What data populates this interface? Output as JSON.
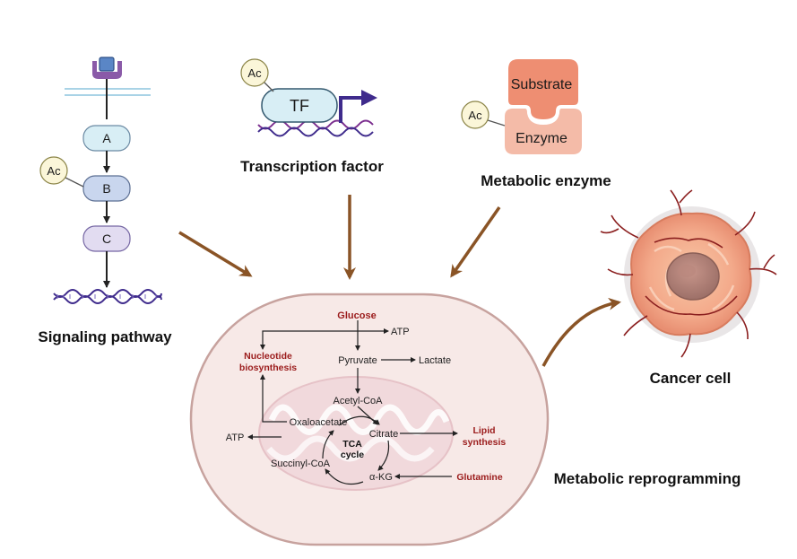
{
  "signaling": {
    "title": "Signaling pathway",
    "nodes": [
      "A",
      "B",
      "C"
    ],
    "ac": "Ac"
  },
  "transcription": {
    "title": "Transcription factor",
    "tf": "TF",
    "ac": "Ac"
  },
  "enzyme": {
    "title": "Metabolic enzyme",
    "substrate": "Substrate",
    "enzyme": "Enzyme",
    "ac": "Ac"
  },
  "cancer": {
    "title": "Cancer cell"
  },
  "reprogramming": {
    "title": "Metabolic reprogramming"
  },
  "metabolism": {
    "glucose": "Glucose",
    "atp_top": "ATP",
    "pyruvate": "Pyruvate",
    "lactate": "Lactate",
    "nucleotide_1": "Nucleotide",
    "nucleotide_2": "biosynthesis",
    "acetyl_coa": "Acetyl-CoA",
    "oxaloacetate": "Oxaloacetate",
    "citrate": "Citrate",
    "lipid_1": "Lipid",
    "lipid_2": "synthesis",
    "atp_left": "ATP",
    "tca_1": "TCA",
    "tca_2": "cycle",
    "succinyl_coa": "Succinyl-CoA",
    "akg": "α-KG",
    "glutamine": "Glutamine"
  },
  "colors": {
    "node_a": "#d8eef5",
    "node_b": "#c9d6ee",
    "node_c": "#e2dcf1",
    "ac_circle": "#fbf6d9",
    "substrate": "#ee8e72",
    "enzyme": "#f4bba8",
    "cell_fill": "#f7e9e7",
    "mito_fill": "#f1d9dc",
    "brown_arrow": "#8a5426",
    "metabolite_red": "#9b1c1c"
  }
}
